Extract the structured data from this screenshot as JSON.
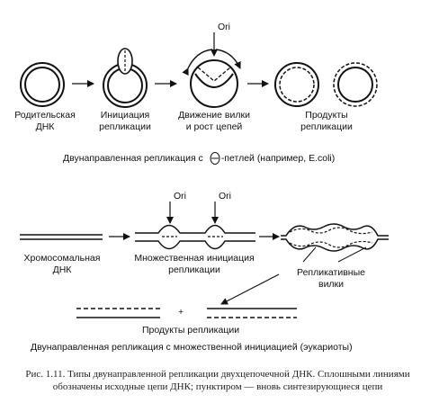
{
  "top": {
    "ori_label": "Ori",
    "stage_labels": [
      {
        "line1": "Родительская",
        "line2": "ДНК"
      },
      {
        "line1": "Инициация",
        "line2": "репликации"
      },
      {
        "line1": "Движение вилки",
        "line2": "и рост цепей"
      },
      {
        "line1": "Продукты",
        "line2": "репликации"
      }
    ],
    "section_title_prefix": "Двунаправленная репликация с",
    "theta_symbol": "Θ",
    "section_title_suffix": "-петлей (например, E.coli)"
  },
  "bottom": {
    "ori_labels": [
      "Ori",
      "Ori"
    ],
    "chromosomal_label": {
      "line1": "Хромосомальная",
      "line2": "ДНК"
    },
    "initiation_label": {
      "line1": "Множественная инициация",
      "line2": "репликации"
    },
    "forks_label": {
      "line1": "Репликативные",
      "line2": "вилки"
    },
    "plus_sign": "+",
    "products_label": "Продукты репликации",
    "section_title": "Двунаправленная репликация с множественной инициацией (эукариоты)"
  },
  "caption": "Рис. 1.11. Типы двунаправленной репликации двухцепочечной ДНК. Сплошными линиями обозначены исходные цепи ДНК; пунктиром — вновь синтезирующиеся цепи"
}
